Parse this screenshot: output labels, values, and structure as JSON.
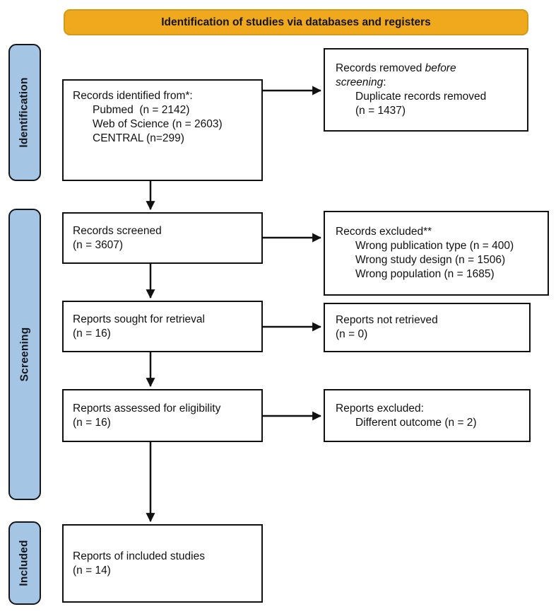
{
  "banner": {
    "title": "Identification of studies via databases and registers"
  },
  "stages": {
    "identification": "Identification",
    "screening": "Screening",
    "included": "Included"
  },
  "boxes": {
    "records_identified": {
      "line1": "Records identified from*:",
      "line2": "Pubmed  (n = 2142)",
      "line3": "Web of Science (n = 2603)",
      "line4": "CENTRAL (n=299)"
    },
    "records_removed": {
      "line1_normal": "Records removed ",
      "line1_italic": "before",
      "line2_italic": "screening",
      "line2_normal": ":",
      "line3": "Duplicate records removed",
      "line4": "(n = 1437)"
    },
    "records_screened": {
      "line1": "Records screened",
      "line2": "(n = 3607)"
    },
    "records_excluded": {
      "line1": "Records excluded**",
      "line2": "Wrong publication type (n = 400)",
      "line3": "Wrong study design (n = 1506)",
      "line4": "Wrong population (n = 1685)"
    },
    "reports_sought": {
      "line1": "Reports sought for retrieval",
      "line2": "(n = 16)"
    },
    "reports_not_retrieved": {
      "line1": "Reports not retrieved",
      "line2": "(n = 0)"
    },
    "reports_assessed": {
      "line1": "Reports assessed for eligibility",
      "line2": "(n = 16)"
    },
    "reports_excluded": {
      "line1": "Reports excluded:",
      "line2": "Different outcome (n = 2)"
    },
    "reports_included": {
      "line1": "Reports of included studies",
      "line2": "(n = 14)"
    }
  },
  "colors": {
    "banner_fill": "#F0A81C",
    "banner_border": "#D29B17",
    "stage_fill": "#A4C5E4",
    "arrow_color": "#111111"
  }
}
